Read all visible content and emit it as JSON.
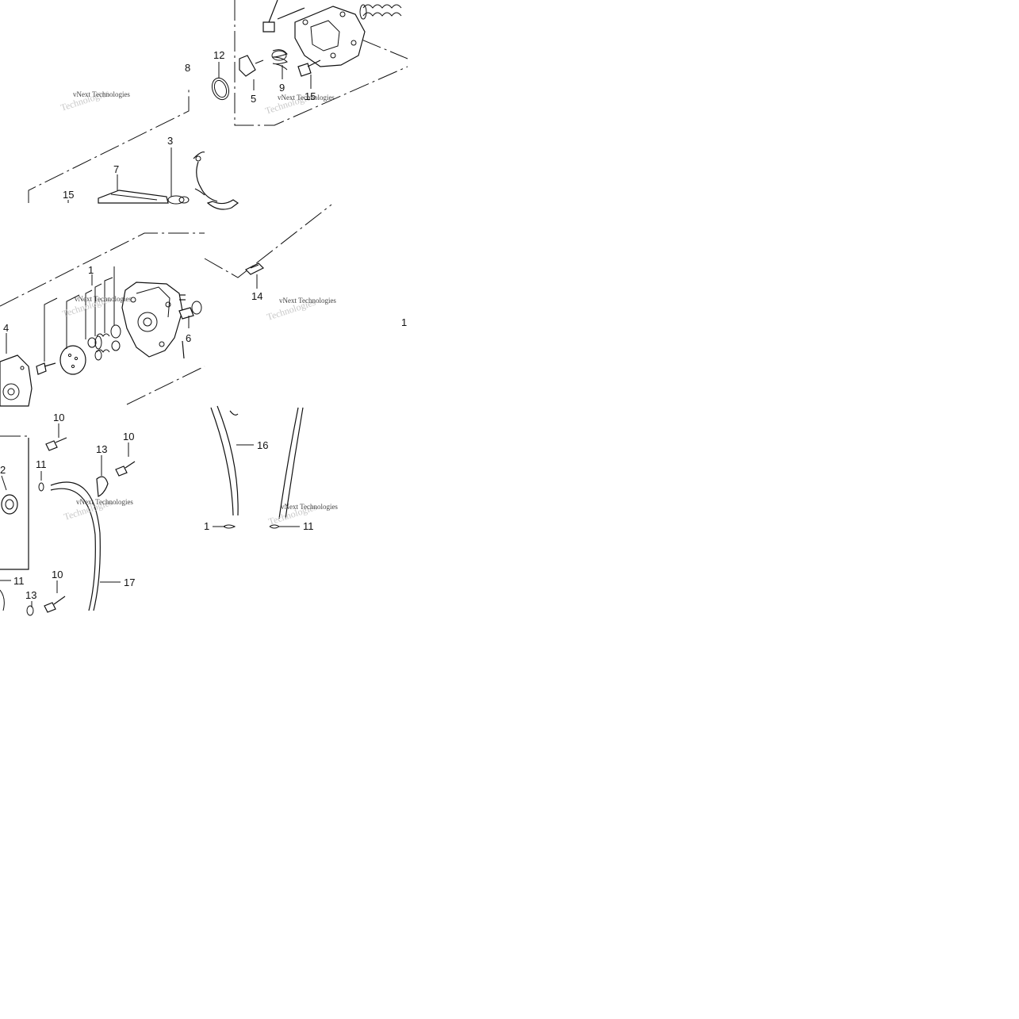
{
  "callouts": {
    "c12": "12",
    "c8": "8",
    "c5": "5",
    "c9": "9",
    "c15a": "15",
    "c3": "3",
    "c7": "7",
    "c15b": "15",
    "c1a": "1",
    "c4": "4",
    "c6": "6",
    "c14": "14",
    "c1b": "1",
    "c10a": "10",
    "c10b": "10",
    "c13a": "13",
    "c11a": "11",
    "c2": "2",
    "c16": "16",
    "c1c": "1",
    "c11b": "11",
    "c11c": "11",
    "c10c": "10",
    "c13b": "13",
    "c17": "17"
  },
  "watermark": {
    "primary": "vNext Technologies",
    "secondary": "Technologies"
  }
}
